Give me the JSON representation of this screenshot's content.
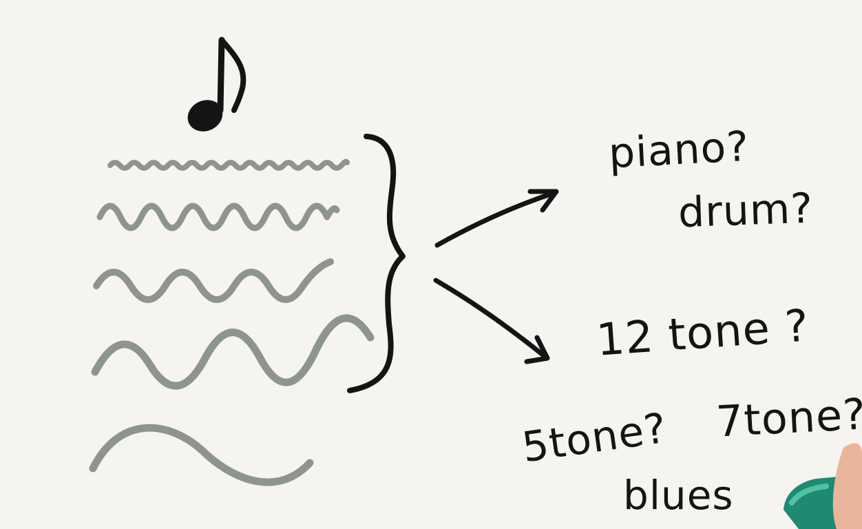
{
  "labels": {
    "piano": "piano?",
    "drum": "drum?",
    "twelve_tone": "12 tone ?",
    "five_tone": "5tone?",
    "seven_tone": "7tone?",
    "blues": "blues"
  },
  "colors": {
    "paper": "#f6f4f1",
    "ink": "#141414",
    "wave_gray": "#8e948f",
    "marker_teal": "#1f8a73"
  },
  "icons": {
    "note": "eighth-note-icon",
    "brace": "right-curly-brace",
    "marker": "marker-pen"
  }
}
